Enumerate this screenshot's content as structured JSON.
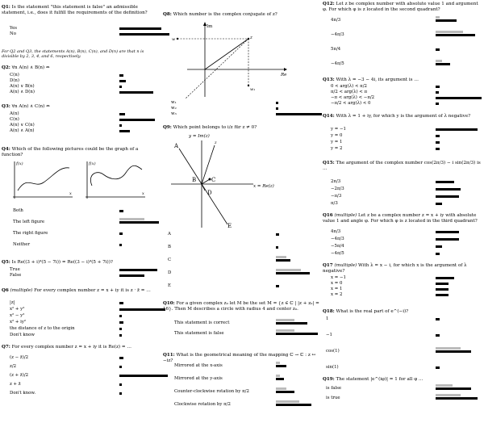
{
  "col1": {
    "q1": {
      "num": "Q1:",
      "text": "Is the statement \"this statement is false\" an admissible statement, i.e., does it fulfill the requirements of the definition?",
      "options": [
        "Yes",
        "No"
      ]
    },
    "note": "For Q2 and Q3, the statements A(n), B(n), C(n), and D(n) are that n is divisible by 2, 3, 4, and 6, respectively.",
    "q2": {
      "num": "Q2:",
      "text": "∀n   A(n) ∧ B(n)   ⇔",
      "options": [
        "C(n)",
        "D(n)",
        "A(n) ∨ B(n)",
        "A(n) ∧ D(n)"
      ]
    },
    "q3": {
      "num": "Q3:",
      "text": "∀n   A(n) ∧ C(n)   ⇔",
      "options": [
        "A(n)",
        "C(n)",
        "A(n) ∨ C(n)",
        "A(n) ∧ A(n)"
      ]
    },
    "q4": {
      "num": "Q4:",
      "text": "Which of the following pictures could be the graph of a function?",
      "fx": "f(x)",
      "x": "x",
      "options": [
        "Both",
        "The left figure",
        "The right figure",
        "Neither"
      ]
    },
    "q5": {
      "num": "Q5:",
      "text": "Is Re((3 + i)⁴(5 − 7i)) = Re((3 − i)⁴(5 + 7i))?",
      "options": [
        "True",
        "False"
      ]
    },
    "q6": {
      "num": "Q6",
      "tag": "(multiple)",
      "text": "For every complex number z = x + iy it is z · z̄ = …",
      "options": [
        "|z|",
        "x² + y²",
        "x² − y²",
        "x² + iy²",
        "the distance of z to the origin",
        "Don't know"
      ]
    },
    "q7": {
      "num": "Q7:",
      "text": "For every complex number z = x + iy it is Re(z) = …",
      "options": [
        "(z − z̄)/2",
        "z/2",
        "(z + z̄)/2",
        "z + z̄",
        "Don't know."
      ]
    }
  },
  "col2": {
    "q8": {
      "num": "Q8:",
      "text": "Which number is the complex conjugate of z?",
      "im": "Im",
      "re": "Re",
      "z": "z",
      "w": "w",
      "opts": [
        "w₁",
        "w₂",
        "w₃"
      ]
    },
    "q9": {
      "num": "Q9:",
      "text": "Which point belongs to i/z für z ≠ 0?",
      "yl": "y = Im(z)",
      "xl": "x = Re(z)",
      "pts": [
        "A",
        "B",
        "C",
        "D",
        "E"
      ],
      "z": "z",
      "options": [
        "A",
        "B",
        "C",
        "D",
        "E"
      ]
    },
    "q10": {
      "num": "Q10:",
      "text": "For a given complex z₀ let M be the set M = {z ∈ ℂ | |z + z₀| = 16}. Then M describes a circle with radius 4 and center z₀.",
      "options": [
        "This statement is correct",
        "This statement is false"
      ]
    },
    "q11": {
      "num": "Q11:",
      "text": "What is the geometrical meaning of the mapping ℂ → ℂ : z ↦ −iz?",
      "options": [
        "Mirrored at the x-axis",
        "Mirrored at the y-axis",
        "Counter-clockwise rotation by π/2",
        "Clockwise rotation by π/2"
      ]
    }
  },
  "col3": {
    "q12": {
      "num": "Q12:",
      "text": "Let z be complex number with absolute value 1 and argument φ. For which φ is z located in the second quadrant?",
      "options": [
        "4π/3",
        "−4π/3",
        "5π/4",
        "−4π/5"
      ]
    },
    "q13": {
      "num": "Q13:",
      "text": "With λ = −3 − 4i, its argument is …",
      "options": [
        "0 < arg(λ) < π/2",
        "π/2 < arg(λ) < π",
        "−π < arg(λ) < −π/2",
        "−π/2 < arg(λ) < 0"
      ]
    },
    "q14": {
      "num": "Q14:",
      "text": "With λ = 1 + iy, for which y is the argument of λ negative?",
      "options": [
        "y = −1",
        "y = 0",
        "y = 1",
        "y = 2"
      ]
    },
    "q15": {
      "num": "Q15:",
      "text": "The argument of the complex number cos(2π/3) − i sin(2π/3) is …",
      "options": [
        "2π/3",
        "−2π/3",
        "−π/3",
        "π/3"
      ]
    },
    "q16": {
      "num": "Q16",
      "tag": "(multiple)",
      "text": "Let z be a complex number z = x + iy with absolute value 1 and angle φ. For which φ is z located in the third quadrant?",
      "options": [
        "4π/3",
        "−4π/3",
        "−5π/4",
        "−4π/5"
      ]
    },
    "q17": {
      "num": "Q17",
      "tag": "(multiple)",
      "text": "With λ = x − i, for which x is the argument of λ negative?",
      "options": [
        "x = −1",
        "x = 0",
        "x = 1",
        "x = 2"
      ]
    },
    "q18": {
      "num": "Q18:",
      "text": "What is the real part of e^(−i)?",
      "options": [
        "1",
        "−1",
        "cos(1)",
        "sin(1)"
      ]
    },
    "q19": {
      "num": "Q19:",
      "text": "The statement |e^(iφ)| = 1 for all φ …",
      "options": [
        "is false",
        "is true"
      ]
    }
  },
  "responses": {
    "q1": [
      [
        0,
        40
      ],
      [
        0,
        48
      ]
    ],
    "q2": [
      [
        0,
        4
      ],
      [
        0,
        6
      ],
      [
        0,
        2
      ],
      [
        0,
        32
      ]
    ],
    "q3": [
      [
        0,
        5
      ],
      [
        0,
        34
      ],
      [
        0,
        2
      ],
      [
        0,
        10
      ]
    ],
    "q4": [
      [
        0,
        4
      ],
      [
        24,
        38
      ],
      [
        0,
        3
      ],
      [
        0,
        2
      ]
    ],
    "q5": [
      [
        0,
        36
      ],
      [
        0,
        24
      ]
    ],
    "q6": [
      [
        0,
        4
      ],
      [
        0,
        44
      ],
      [
        0,
        2
      ],
      [
        0,
        4
      ],
      [
        0,
        2
      ],
      [
        0,
        2
      ]
    ],
    "q7": [
      [
        0,
        4
      ],
      [
        0,
        2
      ],
      [
        0,
        46
      ],
      [
        0,
        2
      ],
      [
        0,
        2
      ]
    ],
    "q8": [
      [
        0,
        2
      ],
      [
        0,
        2
      ],
      [
        0,
        44
      ]
    ],
    "q9": [
      [
        0,
        3
      ],
      [
        0,
        2
      ],
      [
        10,
        14
      ],
      [
        24,
        32
      ],
      [
        0,
        3
      ]
    ],
    "q10": [
      [
        18,
        30
      ],
      [
        18,
        40
      ]
    ],
    "q11": [
      [
        4,
        10
      ],
      [
        4,
        8
      ],
      [
        10,
        18
      ],
      [
        22,
        34
      ]
    ],
    "q12": [
      [
        4,
        20
      ],
      [
        26,
        38
      ],
      [
        0,
        4
      ],
      [
        6,
        14
      ]
    ],
    "q13": [
      [
        0,
        4
      ],
      [
        0,
        3
      ],
      [
        0,
        44
      ],
      [
        0,
        3
      ]
    ],
    "q14": [
      [
        0,
        40
      ],
      [
        0,
        4
      ],
      [
        0,
        4
      ],
      [
        0,
        4
      ]
    ],
    "q15": [
      [
        0,
        18
      ],
      [
        0,
        24
      ],
      [
        0,
        22
      ],
      [
        0,
        6
      ]
    ],
    "q16": [
      [
        0,
        22
      ],
      [
        0,
        22
      ],
      [
        0,
        6
      ],
      [
        0,
        4
      ]
    ],
    "q17": [
      [
        0,
        18
      ],
      [
        0,
        12
      ],
      [
        0,
        12
      ],
      [
        0,
        12
      ]
    ],
    "q18": [
      [
        0,
        4
      ],
      [
        0,
        4
      ],
      [
        24,
        34
      ],
      [
        0,
        4
      ]
    ],
    "q19": [
      [
        16,
        34
      ],
      [
        24,
        40
      ]
    ]
  }
}
